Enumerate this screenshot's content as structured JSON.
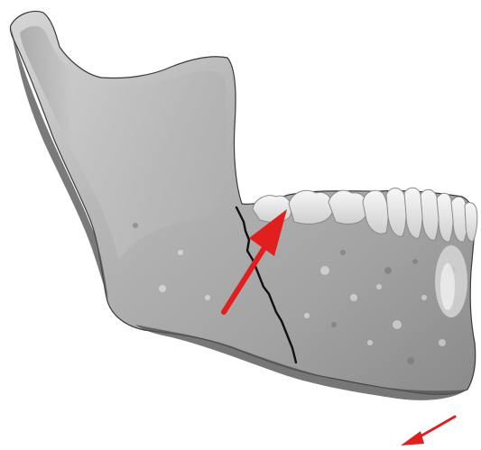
{
  "figure": {
    "subject": "3d-mandible-render",
    "colors": {
      "background": "#ffffff",
      "bone_light": "#c9c9c9",
      "bone_mid": "#9b9b9b",
      "bone_dark": "#5e5e5e",
      "teeth": "#e9e9e9",
      "fracture_line": "#111111",
      "arrow": "#e11f1f"
    },
    "icons": [
      "fracture-line",
      "red-arrow-pointer",
      "red-arrow-small"
    ]
  }
}
